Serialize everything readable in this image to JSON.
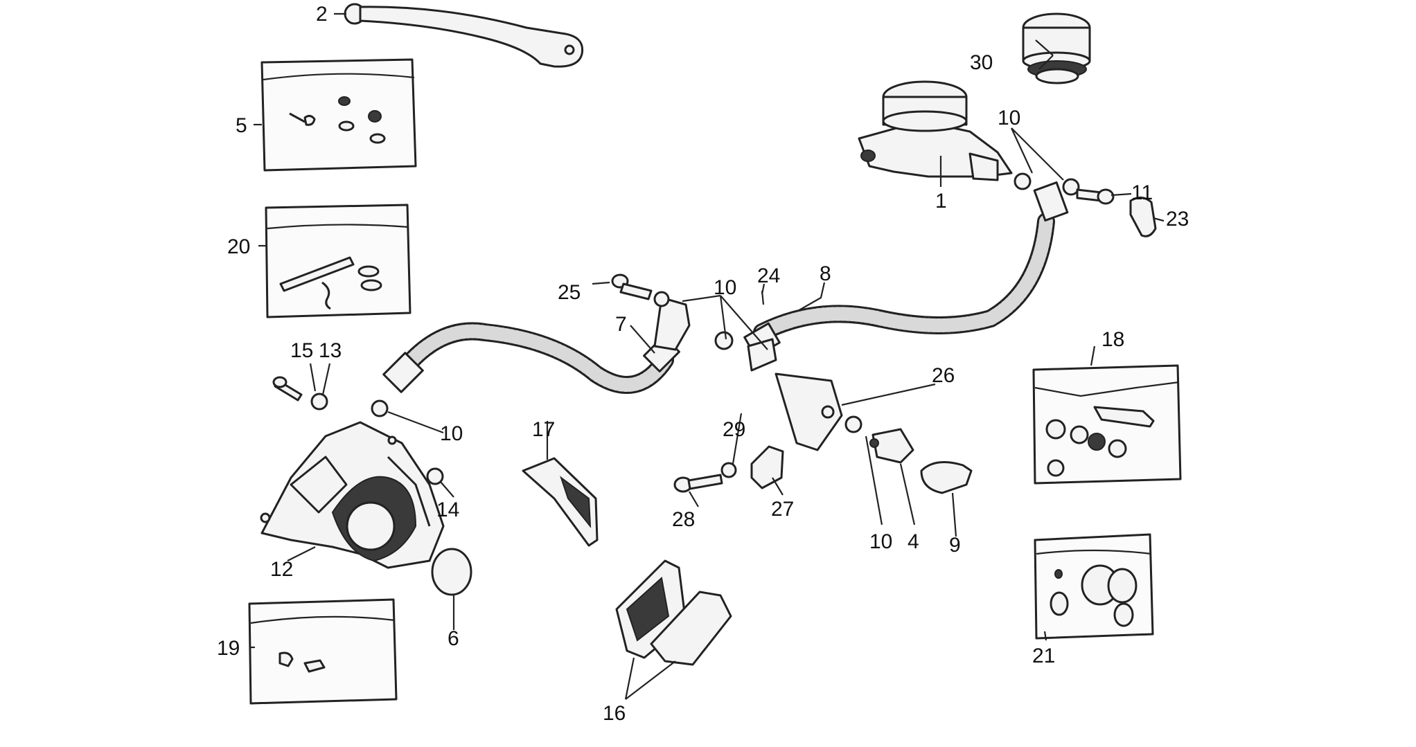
{
  "callouts": {
    "c1": "1",
    "c2": "2",
    "c4": "4",
    "c5": "5",
    "c6": "6",
    "c7": "7",
    "c8": "8",
    "c9": "9",
    "c10a": "10",
    "c10b": "10",
    "c10c": "10",
    "c10d": "10",
    "c11": "11",
    "c12": "12",
    "c13": "13",
    "c14": "14",
    "c15": "15",
    "c16": "16",
    "c17": "17",
    "c18": "18",
    "c19": "19",
    "c20": "20",
    "c21": "21",
    "c23": "23",
    "c24": "24",
    "c25": "25",
    "c26": "26",
    "c27": "27",
    "c28": "28",
    "c29": "29",
    "c30": "30"
  }
}
